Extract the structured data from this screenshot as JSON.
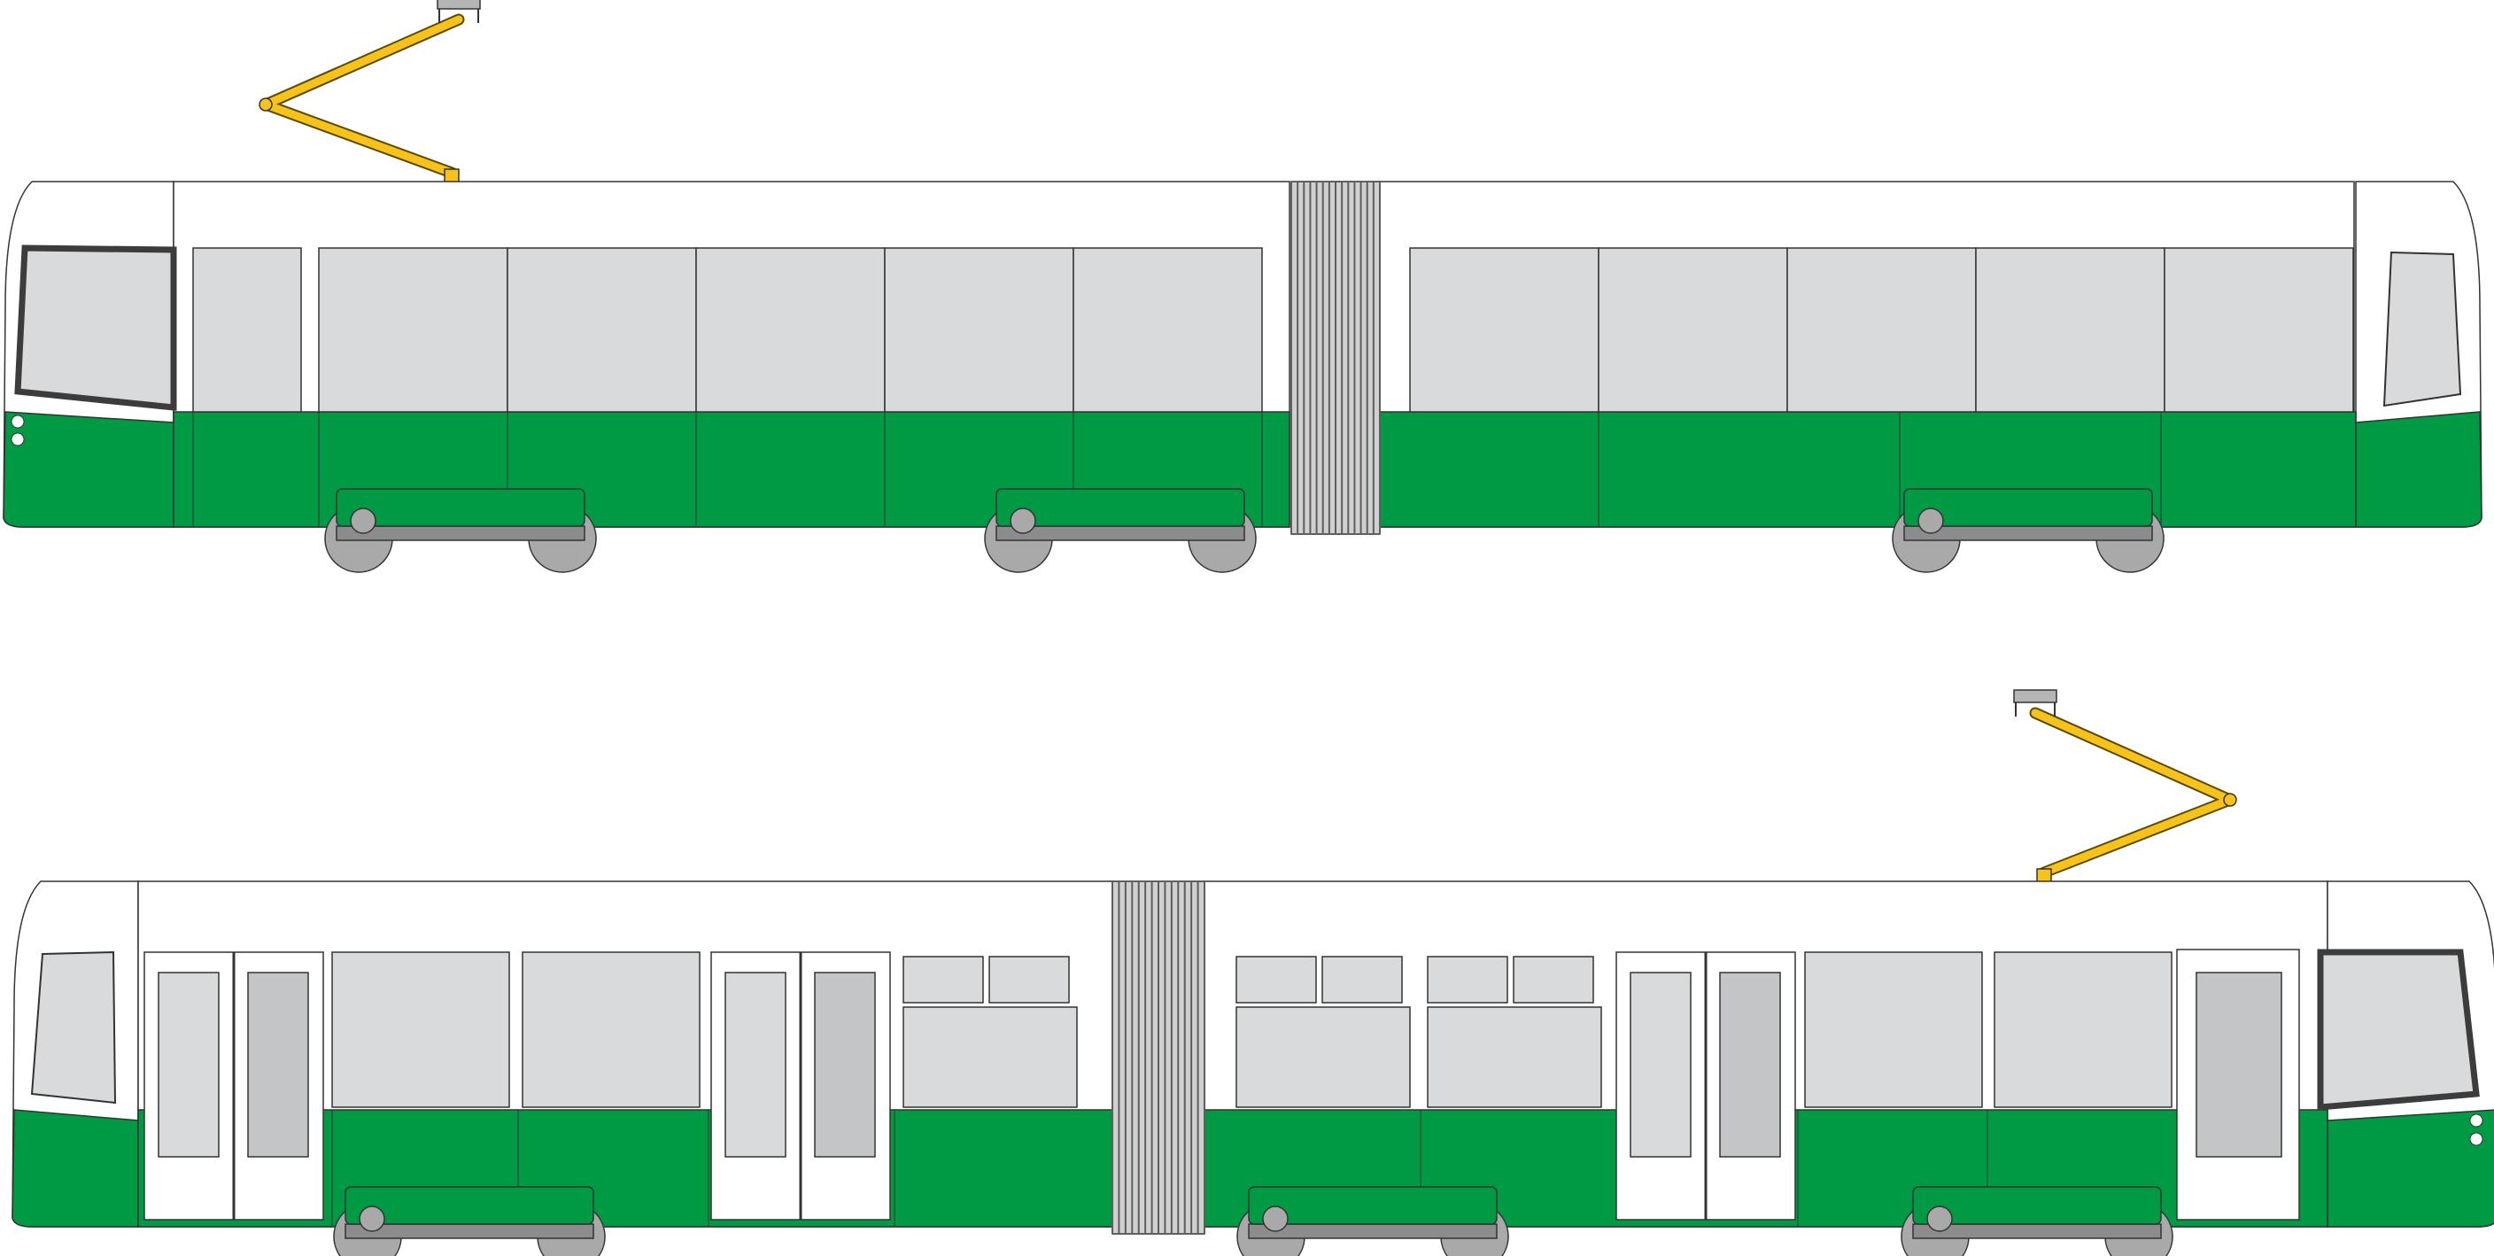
{
  "colors": {
    "background": "#ffffff",
    "body_white": "#ffffff",
    "skirt_green": "#009a44",
    "window_grey": "#d9dadb",
    "door_window_grey": "#c4c5c6",
    "outline": "#333333",
    "bellows": "#9c9c9c",
    "bogie": "#8c8c8c",
    "wheel": "#a9a9a9",
    "pantograph": "#f7c21a",
    "pantograph_head": "#b5b5b5",
    "cab_frame": "#3c3c3c"
  },
  "views": [
    {
      "name": "side-view-upper",
      "pantograph": "left",
      "doors": false
    },
    {
      "name": "side-view-lower",
      "pantograph": "right",
      "doors": true
    }
  ]
}
